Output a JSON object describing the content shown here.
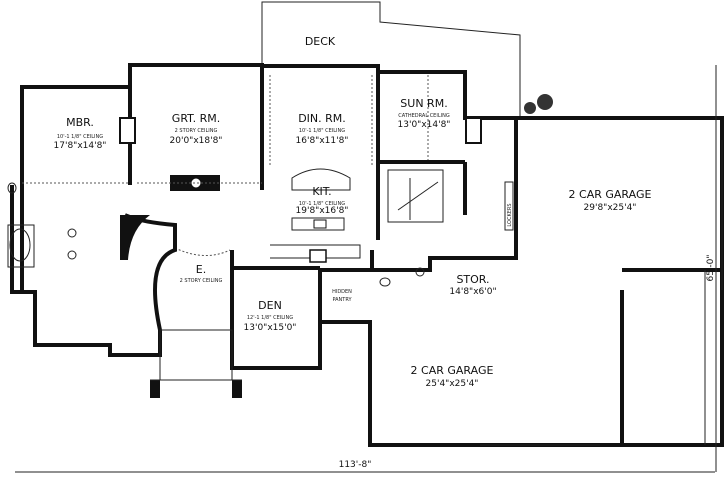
{
  "plan": {
    "deck": {
      "name": "DECK"
    },
    "rooms": {
      "mbr": {
        "name": "MBR.",
        "ceiling": "10'-1 1/8\" CEILING",
        "size": "17'8\"x14'8\""
      },
      "grt": {
        "name": "GRT. RM.",
        "ceiling": "2 STORY CEILING",
        "size": "20'0\"x18'8\""
      },
      "din": {
        "name": "DIN. RM.",
        "ceiling": "10'-1 1/8\" CEILING",
        "size": "16'8\"x11'8\""
      },
      "sun": {
        "name": "SUN RM.",
        "ceiling": "CATHEDRAL CEILING",
        "size": "13'0\"x14'8\""
      },
      "kit": {
        "name": "KIT.",
        "ceiling": "10'-1 1/8\" CEILING",
        "size": "19'8\"x16'8\""
      },
      "entry": {
        "name": "E.",
        "ceiling": "2 STORY CEILING"
      },
      "den": {
        "name": "DEN",
        "ceiling": "12'-1 1/8\" CEILING",
        "size": "13'0\"x15'0\""
      },
      "pantry": {
        "name_line1": "HIDDEN",
        "name_line2": "PANTRY"
      },
      "stor": {
        "name": "STOR.",
        "size": "14'8\"x6'0\""
      },
      "garage_upper": {
        "name": "2 CAR GARAGE",
        "size": "29'8\"x25'4\""
      },
      "garage_lower": {
        "name": "2 CAR GARAGE",
        "size": "25'4\"x25'4\""
      },
      "lockers": {
        "name": "LOCKERS"
      }
    },
    "dimensions": {
      "width": "113'-8\"",
      "depth": "65'-0\""
    }
  }
}
